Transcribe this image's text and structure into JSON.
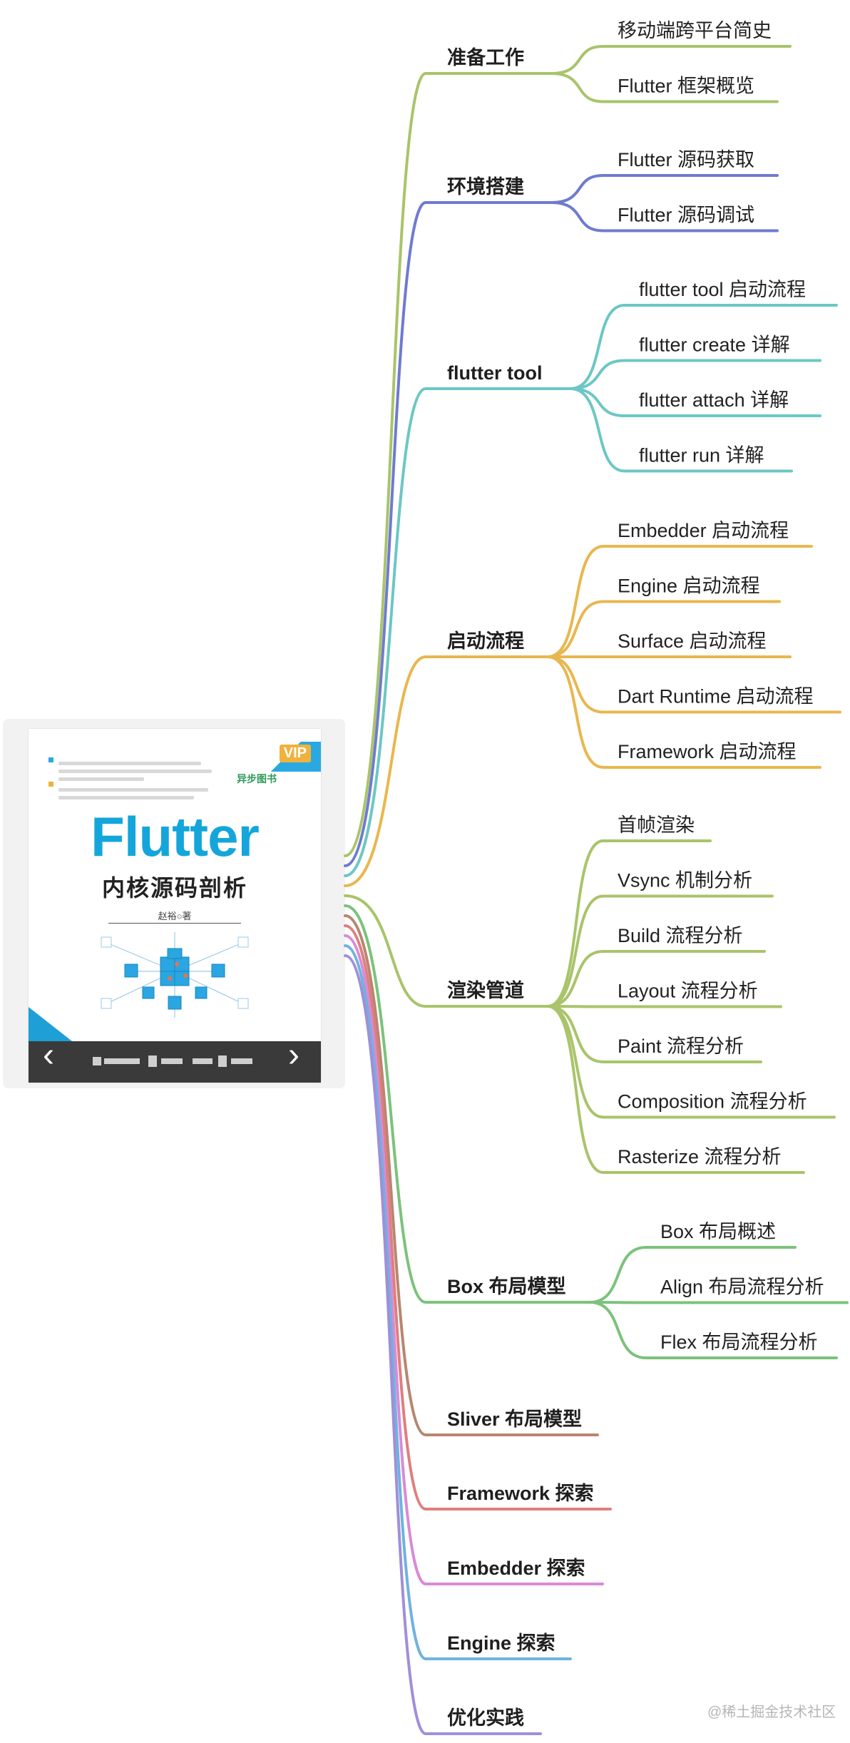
{
  "diagram": {
    "type": "mindmap",
    "branches": [
      {
        "label": "准备工作",
        "color": "#a9c46a",
        "children": [
          "移动端跨平台简史",
          "Flutter 框架概览"
        ]
      },
      {
        "label": "环境搭建",
        "color": "#6f7bd0",
        "children": [
          "Flutter 源码获取",
          "Flutter 源码调试"
        ]
      },
      {
        "label": "flutter tool",
        "color": "#6cc7c4",
        "children": [
          "flutter tool 启动流程",
          "flutter create 详解",
          "flutter attach 详解",
          "flutter run 详解"
        ]
      },
      {
        "label": "启动流程",
        "color": "#e8b74f",
        "children": [
          "Embedder 启动流程",
          "Engine 启动流程",
          "Surface 启动流程",
          "Dart Runtime 启动流程",
          "Framework 启动流程"
        ]
      },
      {
        "label": "渲染管道",
        "color": "#a9c46a",
        "children": [
          "首帧渲染",
          "Vsync 机制分析",
          "Build 流程分析",
          "Layout 流程分析",
          "Paint 流程分析",
          "Composition 流程分析",
          "Rasterize 流程分析"
        ]
      },
      {
        "label": "Box 布局模型",
        "color": "#7cc27c",
        "children": [
          "Box 布局概述",
          "Align 布局流程分析",
          "Flex 布局流程分析"
        ]
      },
      {
        "label": "Sliver 布局模型",
        "color": "#b88670",
        "children": []
      },
      {
        "label": "Framework 探索",
        "color": "#e07e7e",
        "children": []
      },
      {
        "label": "Embedder 探索",
        "color": "#d98ad6",
        "children": []
      },
      {
        "label": "Engine 探索",
        "color": "#6fb2e0",
        "children": []
      },
      {
        "label": "优化实践",
        "color": "#a08fd8",
        "children": []
      }
    ]
  },
  "book": {
    "title": "Flutter",
    "subtitle": "内核源码剖析",
    "author": "赵裕○著",
    "badge": "VIP",
    "publisher": "异步图书",
    "prev_arrow": "‹",
    "next_arrow": "›",
    "accent_color": "#14a6db"
  },
  "watermark": "@稀土掘金技术社区"
}
